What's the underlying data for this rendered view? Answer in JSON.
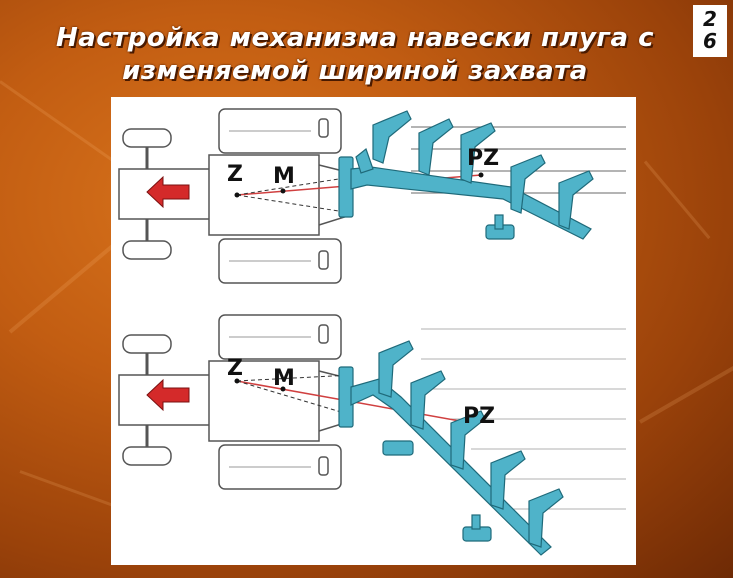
{
  "title": "Настройка механизма навески плуга с изменяемой шириной захвата",
  "page_number": {
    "line1": "2",
    "line2": "6"
  },
  "diagram": {
    "top": {
      "label_z": "Z",
      "label_m": "M",
      "label_pz": "PZ"
    },
    "bottom": {
      "label_z": "Z",
      "label_m": "M",
      "label_pz": "PZ"
    }
  },
  "colors": {
    "background": "#c25d12",
    "plow": "#4fb3c9",
    "arrow": "#d42a2a",
    "link_line": "#d04040"
  }
}
